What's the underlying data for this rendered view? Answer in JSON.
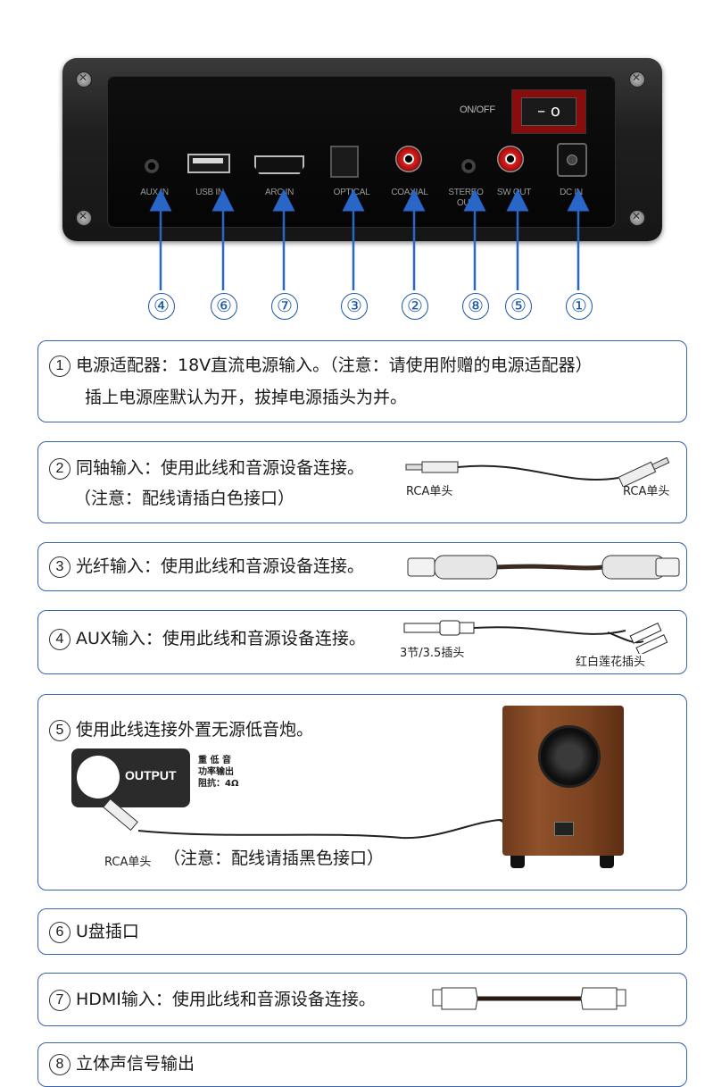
{
  "panel": {
    "switch_label": "ON/OFF",
    "switch_glyph": "– o",
    "port_labels": {
      "aux": "AUX IN",
      "usb": "USB IN",
      "arc": "ARC IN",
      "optical": "OPTICAL",
      "coaxial": "COAXIAL",
      "stereo": "STEREO OUT",
      "swout": "SW OUT",
      "dc": "DC IN"
    }
  },
  "markers": [
    "④",
    "⑥",
    "⑦",
    "③",
    "②",
    "⑧",
    "⑤",
    "①"
  ],
  "colors": {
    "accent_blue": "#1a57a8",
    "box_border": "#3a63b0",
    "rca_red": "#d62020"
  },
  "items": {
    "i1": {
      "num": "1",
      "line1": "电源适配器：18V直流电源输入。（注意：请使用附赠的电源适配器）",
      "line2": "插上电源座默认为开，拔掉电源插头为并。"
    },
    "i2": {
      "num": "2",
      "line1": "同轴输入：使用此线和音源设备连接。",
      "line2": "（注意：配线请插白色接口）",
      "cable_left": "RCA单头",
      "cable_right": "RCA单头"
    },
    "i3": {
      "num": "3",
      "line1": "光纤输入：使用此线和音源设备连接。"
    },
    "i4": {
      "num": "4",
      "line1": "AUX输入：使用此线和音源设备连接。",
      "cable_left": "3节/3.5插头",
      "cable_right": "红白莲花插头"
    },
    "i5": {
      "num": "5",
      "line1": "使用此线连接外置无源低音炮。",
      "output_label": "OUTPUT",
      "spec1": "重  低  音",
      "spec2": "功率输出",
      "spec3": "阻抗：4Ω",
      "rca_label": "RCA单头",
      "note": "（注意：配线请插黑色接口）"
    },
    "i6": {
      "num": "6",
      "line1": "U盘插口"
    },
    "i7": {
      "num": "7",
      "line1": "HDMI输入：使用此线和音源设备连接。"
    },
    "i8": {
      "num": "8",
      "line1": "立体声信号输出"
    }
  }
}
